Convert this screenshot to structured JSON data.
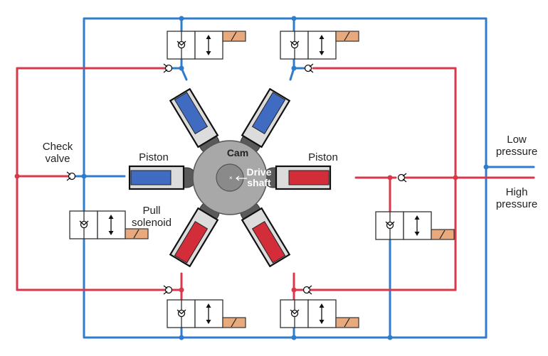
{
  "diagram": {
    "title": "Radial piston pump with solenoid-controlled valves",
    "colors": {
      "low_pressure": "#2f7ccc",
      "high_pressure": "#d9384a",
      "piston_low": "#3f6cc0",
      "piston_high": "#d42d3a",
      "cam": "#a8a8a8",
      "shaft": "#8a8a8a",
      "roller": "#5a5a5a",
      "cylinder": "#dcdcdc",
      "solenoid": "#e8a97c"
    },
    "labels": {
      "check_valve": [
        "Check",
        "valve"
      ],
      "piston_left": "Piston",
      "piston_right": "Piston",
      "cam": "Cam",
      "drive_shaft": [
        "Drive",
        "shaft"
      ],
      "pull_solenoid": [
        "Pull",
        "solenoid"
      ],
      "low_pressure": [
        "Low",
        "pressure"
      ],
      "high_pressure": [
        "High",
        "pressure"
      ]
    },
    "pistons": [
      {
        "id": "top-left",
        "state": "low"
      },
      {
        "id": "top-right",
        "state": "low"
      },
      {
        "id": "left",
        "state": "low"
      },
      {
        "id": "right",
        "state": "high"
      },
      {
        "id": "bottom-left",
        "state": "high"
      },
      {
        "id": "bottom-right",
        "state": "high"
      }
    ],
    "valves": [
      {
        "id": "top-left"
      },
      {
        "id": "top-right"
      },
      {
        "id": "left"
      },
      {
        "id": "right"
      },
      {
        "id": "bottom-left"
      },
      {
        "id": "bottom-right"
      }
    ]
  }
}
